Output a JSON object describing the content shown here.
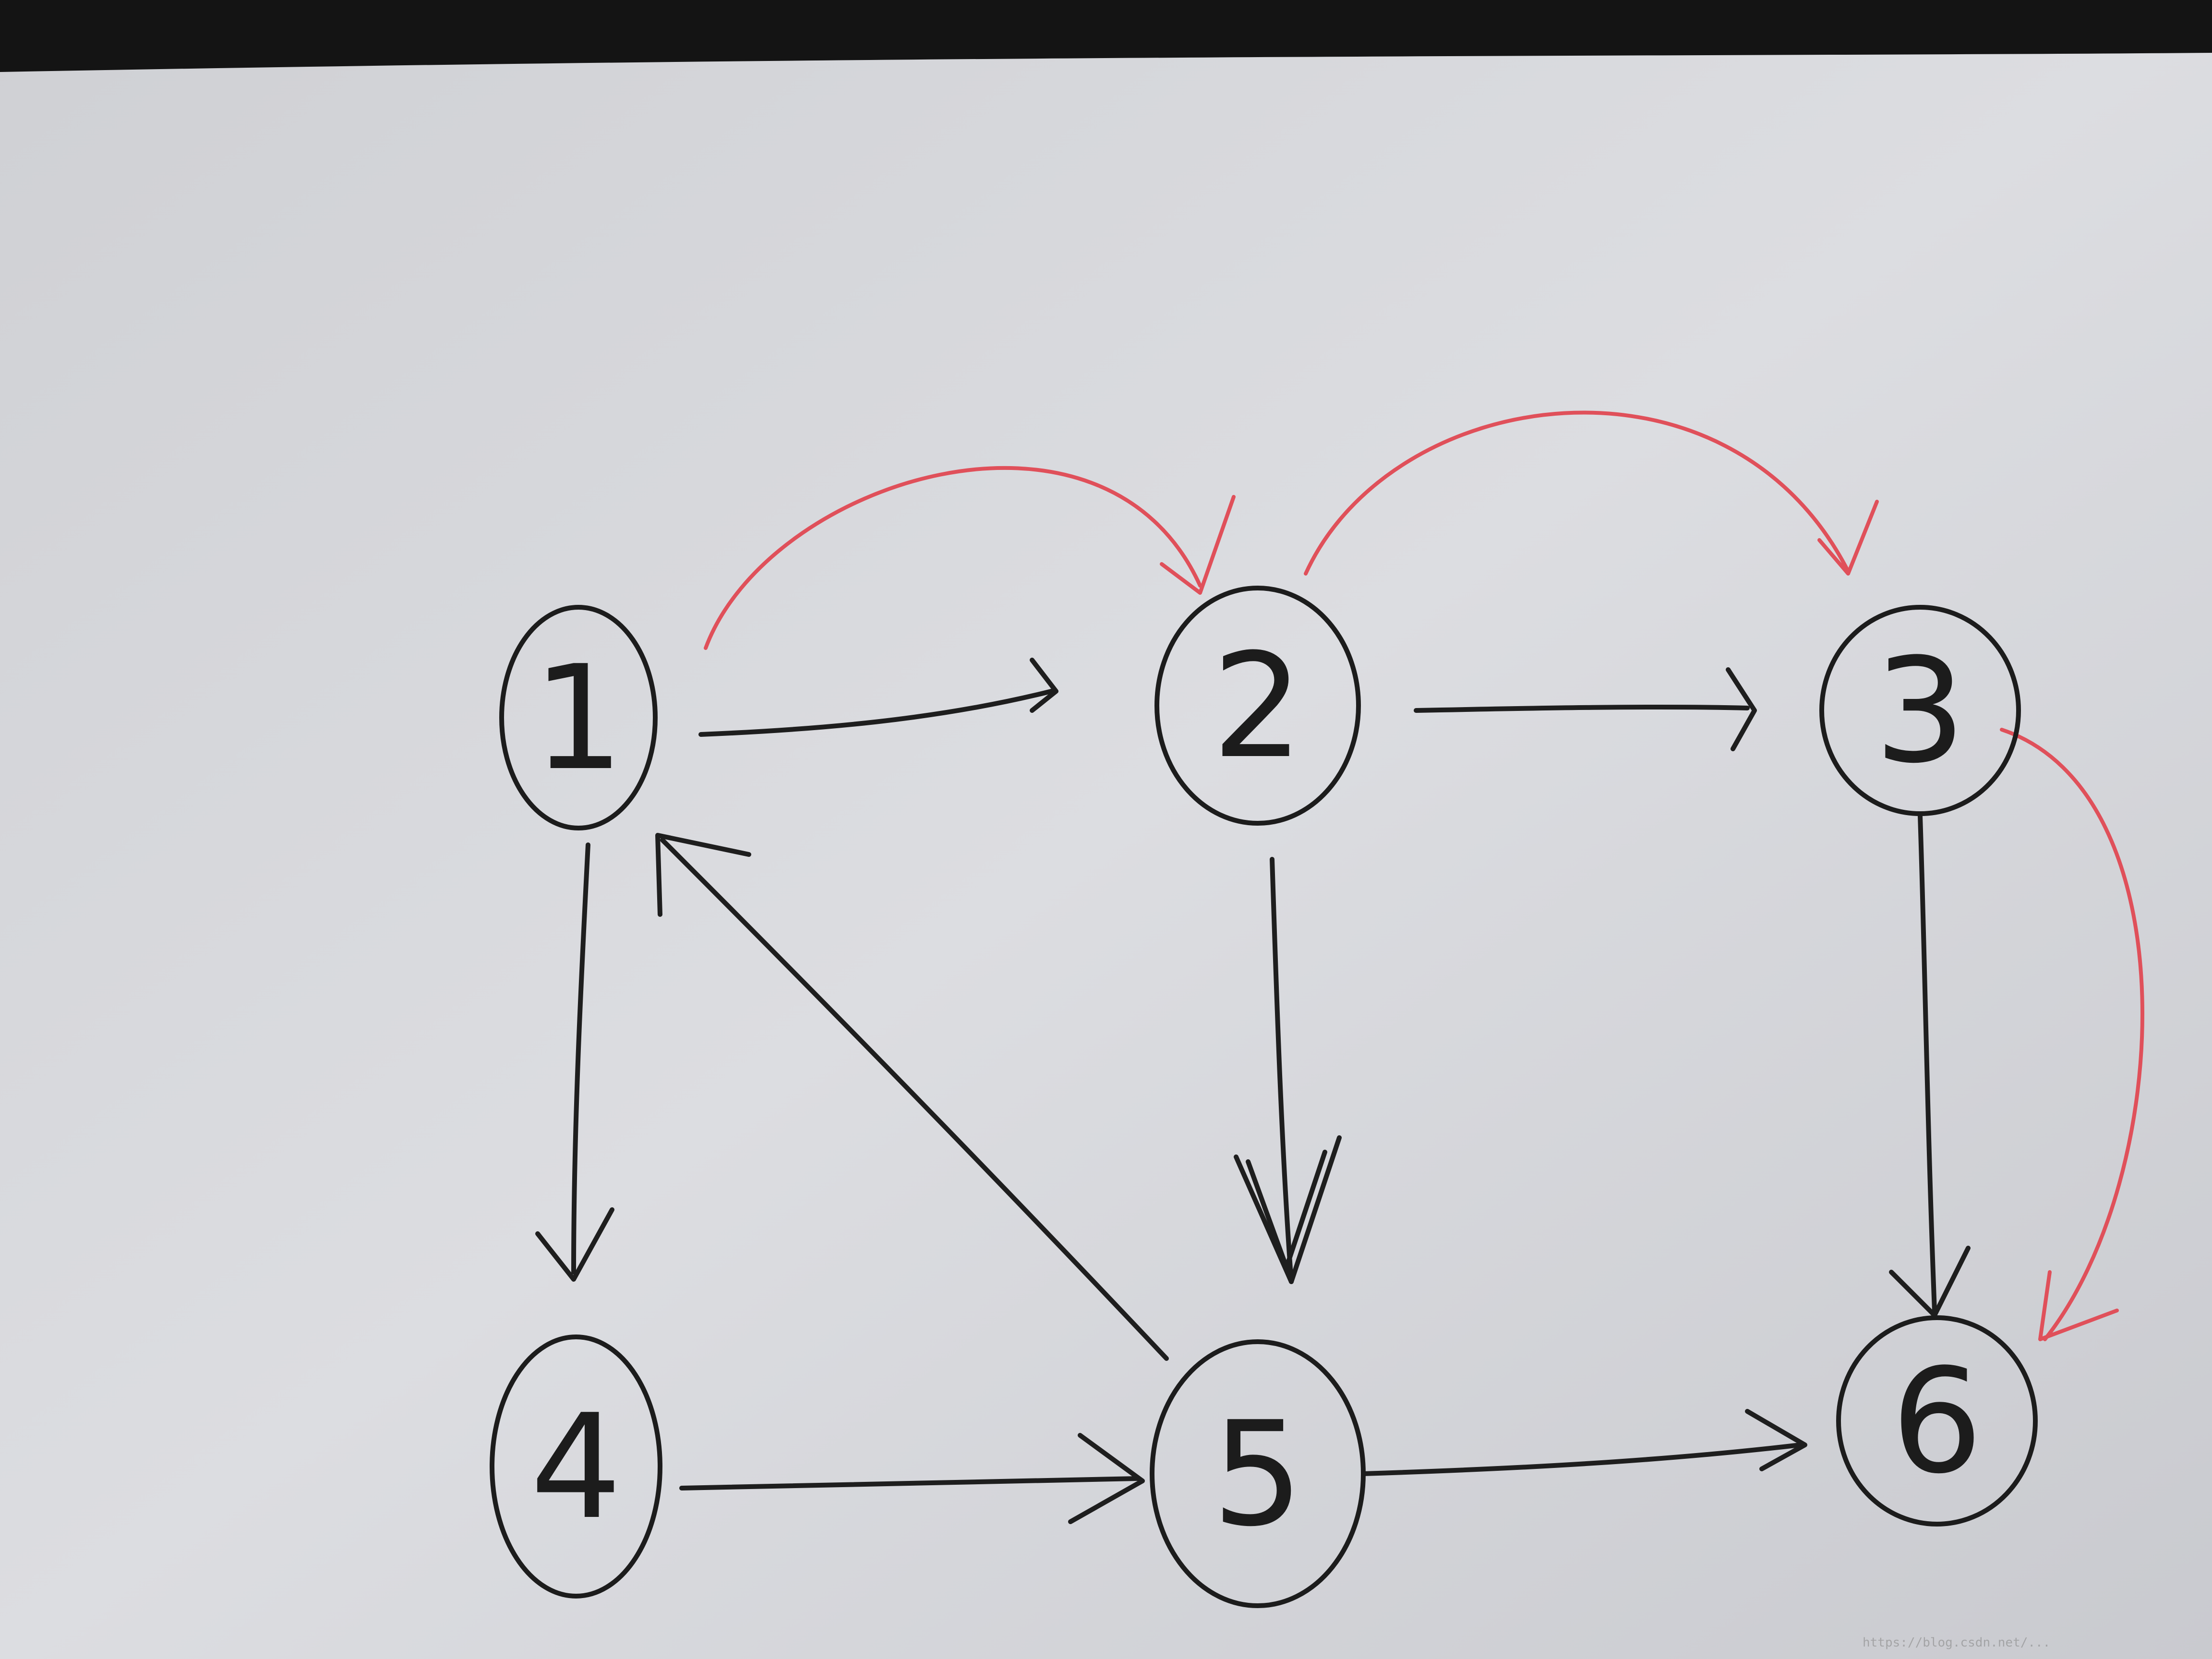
{
  "diagram": {
    "kind": "directed-graph-handdrawn",
    "colors": {
      "paper": "#d9dade",
      "ink": "#1c1c1c",
      "red_ink": "#e0505a",
      "top_shadow": "#141414"
    },
    "nodes": [
      {
        "id": "1",
        "label": "1"
      },
      {
        "id": "2",
        "label": "2"
      },
      {
        "id": "3",
        "label": "3"
      },
      {
        "id": "4",
        "label": "4"
      },
      {
        "id": "5",
        "label": "5"
      },
      {
        "id": "6",
        "label": "6"
      }
    ],
    "edges": [
      {
        "from": "1",
        "to": "2",
        "color": "black"
      },
      {
        "from": "2",
        "to": "3",
        "color": "black"
      },
      {
        "from": "1",
        "to": "4",
        "color": "black"
      },
      {
        "from": "2",
        "to": "5",
        "color": "black"
      },
      {
        "from": "3",
        "to": "6",
        "color": "black"
      },
      {
        "from": "4",
        "to": "5",
        "color": "black"
      },
      {
        "from": "5",
        "to": "6",
        "color": "black"
      },
      {
        "from": "5",
        "to": "1",
        "color": "black"
      },
      {
        "from": "1",
        "to": "2",
        "color": "red"
      },
      {
        "from": "2",
        "to": "3",
        "color": "red"
      },
      {
        "from": "3",
        "to": "6",
        "color": "red"
      }
    ],
    "watermark": "https://blog.csdn.net/..."
  }
}
